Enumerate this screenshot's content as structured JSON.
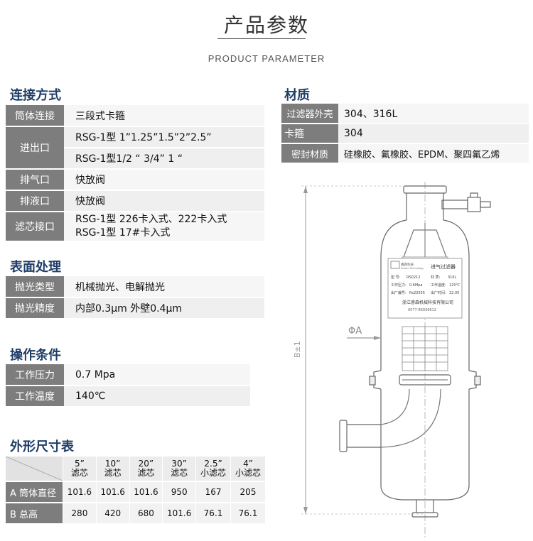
{
  "header": {
    "title": "产品参数",
    "subtitle": "PRODUCT PARAMETER"
  },
  "connection": {
    "title": "连接方式",
    "rows": [
      {
        "label": "筒体连接",
        "values": [
          "三段式卡箍"
        ]
      },
      {
        "label": "进出口",
        "values": [
          "RSG-1型 1”1.25”1.5”2”2.5”",
          "RSG-1型1/2 “ 3/4” 1 “"
        ]
      },
      {
        "label": "排气口",
        "values": [
          "快放阀"
        ]
      },
      {
        "label": "排液口",
        "values": [
          "快放阀"
        ]
      },
      {
        "label": "滤芯接口",
        "values": [
          "RSG-1型 226卡入式、222卡入式",
          "RSG-1型 17#卡入式"
        ]
      }
    ]
  },
  "surface": {
    "title": "表面处理",
    "rows": [
      {
        "label": "抛光类型",
        "value": "机械抛光、电解抛光"
      },
      {
        "label": "抛光精度",
        "value": "内部0.3μm 外壁0.4μm"
      }
    ]
  },
  "operation": {
    "title": "操作条件",
    "rows": [
      {
        "label": "工作压力",
        "value": "0.7 Mpa"
      },
      {
        "label": "工作温度",
        "value": "140℃"
      }
    ]
  },
  "dimensions": {
    "title": "外形尺寸表",
    "columns": [
      [
        "5”",
        "滤芯"
      ],
      [
        "10”",
        "滤芯"
      ],
      [
        "20”",
        "滤芯"
      ],
      [
        "30”",
        "滤芯"
      ],
      [
        "2.5”",
        "小滤芯"
      ],
      [
        "4”",
        "小滤芯"
      ]
    ],
    "rows": [
      {
        "label": "A  筒体直径",
        "values": [
          "101.6",
          "101.6",
          "101.6",
          "950",
          "167",
          "205"
        ]
      },
      {
        "label": "B  总高",
        "values": [
          "280",
          "420",
          "680",
          "101.6",
          "76.1",
          "76.1"
        ]
      }
    ]
  },
  "material": {
    "title": "材质",
    "rows": [
      {
        "label": "过滤器外壳",
        "value": "304、316L"
      },
      {
        "label": "卡箍",
        "value": "304"
      },
      {
        "label": "密封材质",
        "value": "硅橡胶、氟橡胶、EPDM、聚四氟乙烯"
      }
    ]
  },
  "drawing": {
    "dim_a": "ΦA",
    "dim_b": "B±1",
    "nameplate": {
      "company_short": "睿森科技",
      "company_en": "Ruisen Technology",
      "product": "进气过滤器",
      "model_label": "型 号:",
      "model": "RS0212",
      "material_label": "材 质:",
      "material": "316L",
      "pressure_label": "工作压力:",
      "pressure": "0.6Mpa",
      "temp_label": "工作温度:",
      "temp": "120℃",
      "serial_label": "出厂编号:",
      "serial": "Rs22555",
      "date_label": "出厂时间:",
      "date": "22.05",
      "company": "浙江睿森机械科技有限公司",
      "phone": "0577-86936612"
    }
  }
}
